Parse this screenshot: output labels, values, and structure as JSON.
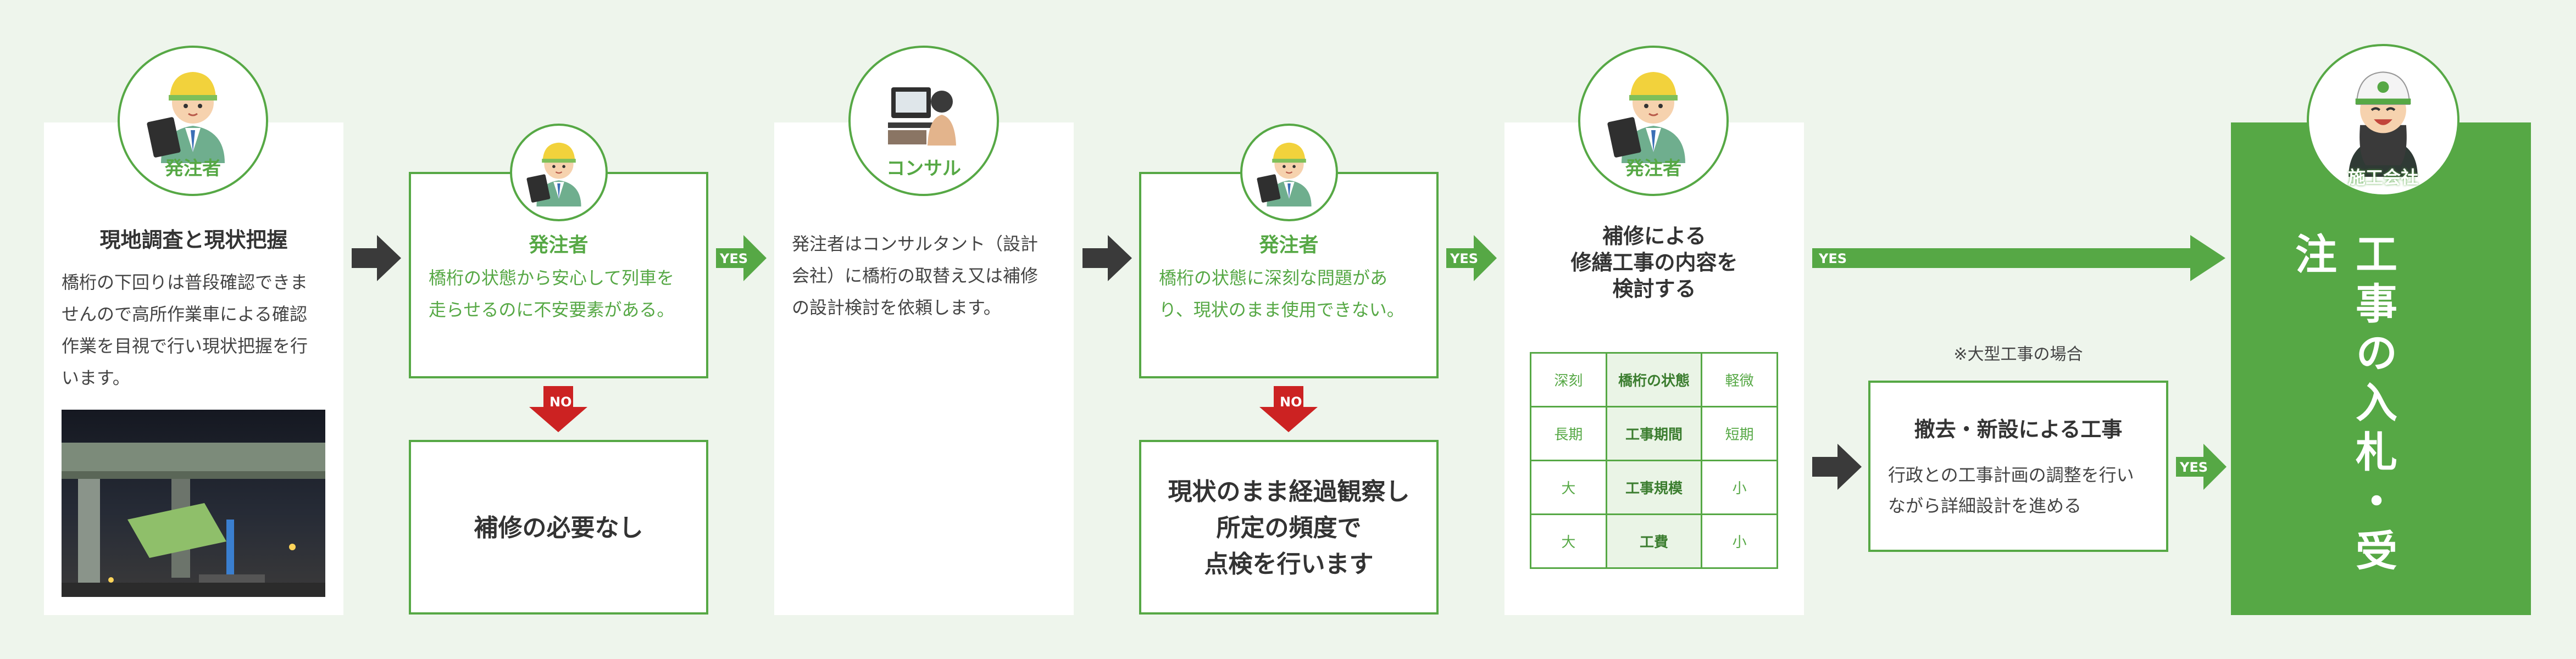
{
  "col1": {
    "role": "発注者",
    "title": "現地調査と現状把握",
    "lines": [
      "橋桁の下回りは普段確認できま",
      "せんので高所作業車による確認",
      "作業を目視で行い現状把握を行",
      "います。"
    ]
  },
  "col2": {
    "role": "発注者",
    "lines": [
      "橋桁の状態から安心して列車を",
      "走らせるのに不安要素がある。"
    ],
    "yes": "YES",
    "no": "NO",
    "result": "補修の必要なし"
  },
  "col3": {
    "role": "コンサル",
    "lines": [
      "発注者はコンサルタント（設計",
      "会社）に橋桁の取替え又は補修",
      "の設計検討を依頼します。"
    ]
  },
  "col4": {
    "role": "発注者",
    "lines": [
      "橋桁の状態に深刻な問題があ",
      "り、現状のまま使用できない。"
    ],
    "yes": "YES",
    "no": "NO",
    "result": [
      "現状のまま経過観察し",
      "所定の頻度で",
      "点検を行います"
    ]
  },
  "col5": {
    "role": "発注者",
    "title": [
      "補修による",
      "修繕工事の内容を",
      "検討する"
    ],
    "matrix": [
      [
        "深刻",
        "橋桁の状態",
        "軽微"
      ],
      [
        "長期",
        "工事期間",
        "短期"
      ],
      [
        "大",
        "工事規模",
        "小"
      ],
      [
        "大",
        "工費",
        "小"
      ]
    ]
  },
  "col6": {
    "yes_top": "YES",
    "note": "※大型工事の場合",
    "title": "撤去・新設による工事",
    "lines": [
      "行政との工事計画の調整を行い",
      "ながら詳細設計を進める"
    ],
    "yes_right": "YES"
  },
  "col7": {
    "role": "施工会社",
    "title": "工事の入札・受注"
  },
  "colors": {
    "accent": "#56a845",
    "background": "#eef5ec",
    "no_red": "#cc2222",
    "arrow_dark": "#3a3a3a"
  }
}
